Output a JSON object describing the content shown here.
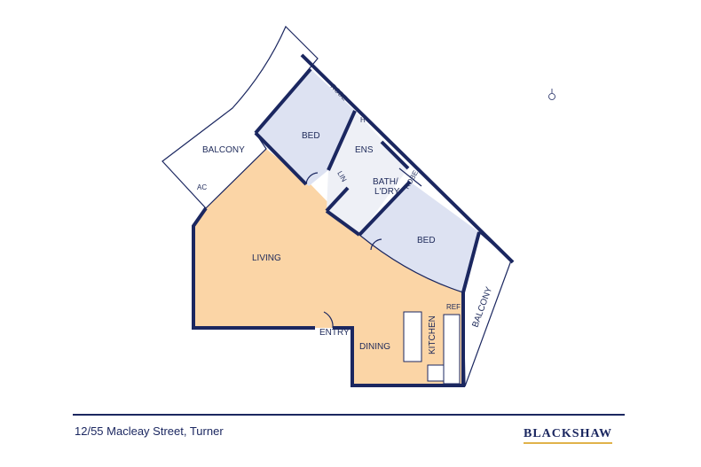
{
  "plan": {
    "rooms": {
      "balcony_left": "BALCONY",
      "ac": "AC",
      "bed1": "BED",
      "robe1": "ROBE",
      "h": "H",
      "ens": "ENS",
      "lin": "LIN",
      "bath": "BATH/",
      "ldry": "L'DRY",
      "robe2": "ROBE",
      "bed2": "BED",
      "living": "LIVING",
      "balcony_right": "BALCONY",
      "ref": "REF",
      "entry": "ENTRY",
      "dining": "DINING",
      "kitchen": "KITCHEN"
    },
    "colors": {
      "wall": "#1b2760",
      "living": "#fbd5a6",
      "bedroom": "#dde2f2",
      "wet": "#eef0f6"
    }
  },
  "footer": {
    "address": "12/55 Macleay Street, Turner",
    "brand": "BLACKSHAW"
  }
}
